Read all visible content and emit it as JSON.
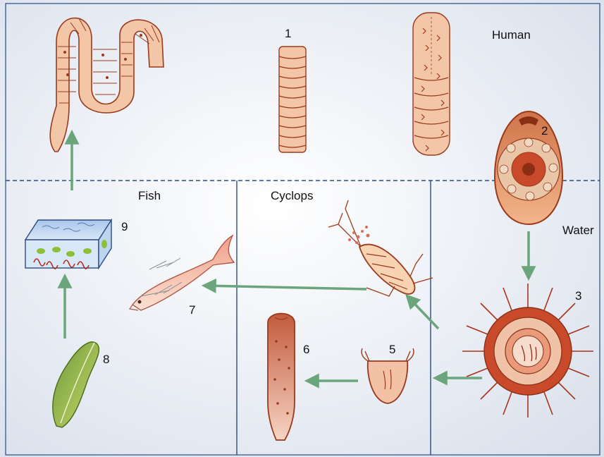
{
  "regions": {
    "human": "Human",
    "water": "Water",
    "fish": "Fish",
    "cyclops": "Cyclops"
  },
  "stages": {
    "s1": "1",
    "s2": "2",
    "s3": "3",
    "s5": "5",
    "s6": "6",
    "s7": "7",
    "s8": "8",
    "s9": "9"
  },
  "colors": {
    "arrow": "#6aa57c",
    "divider": "#2c4a86",
    "tissue_fill": "#f4c6a8",
    "tissue_stroke": "#9a3a1c",
    "egg_fill": "#e8874a",
    "coracidium_fill": "#c84a2a",
    "larva_fill": "#c8664a",
    "leaf_fill": "#a9c24e",
    "aquarium_fill": "#bcd4ee",
    "background_start": "#dfe5ee",
    "background_end": "#ffffff"
  }
}
